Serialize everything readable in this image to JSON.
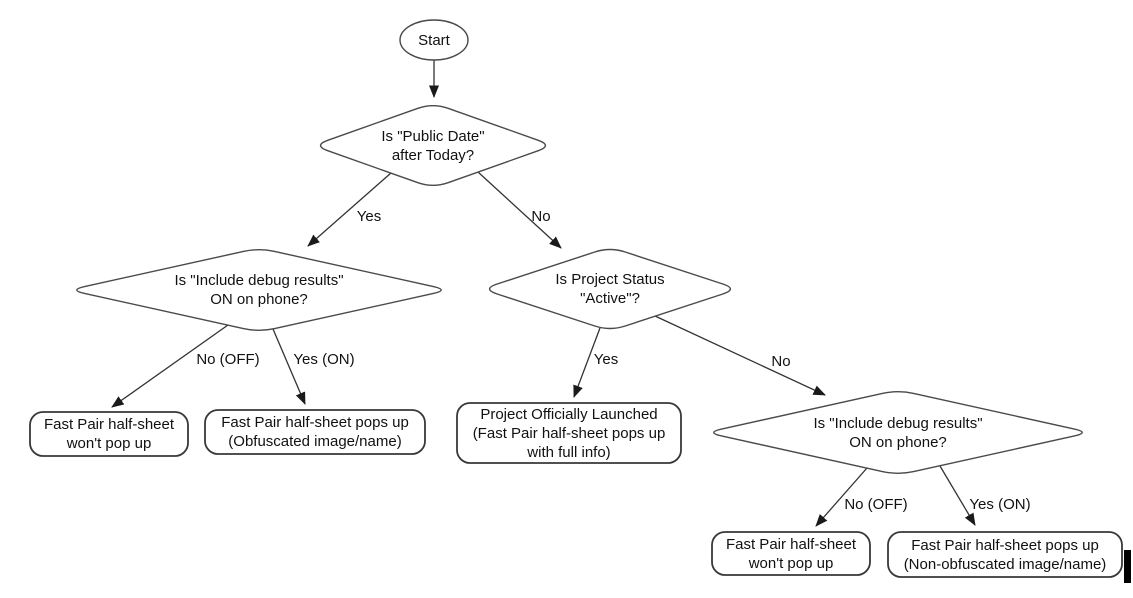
{
  "diagram": {
    "colors": {
      "background": "#ffffff",
      "shape_fill": "#ffffff",
      "shape_stroke": "#4a4a4a",
      "edge_stroke": "#333333",
      "text": "#111111",
      "cursor_artifact": "#000000"
    },
    "nodes": {
      "start": {
        "label": "Start"
      },
      "public_date": {
        "label": "Is \"Public Date\"\nafter Today?"
      },
      "debug_left": {
        "label": "Is \"Include debug results\"\nON on phone?"
      },
      "project_status": {
        "label": "Is Project Status\n\"Active\"?"
      },
      "debug_right": {
        "label": "Is \"Include debug results\"\nON on phone?"
      },
      "no_popup_left": {
        "label": "Fast Pair half-sheet\nwon't pop up"
      },
      "obfuscated": {
        "label": "Fast Pair half-sheet pops up\n(Obfuscated image/name)"
      },
      "launched": {
        "label": "Project Officially Launched\n(Fast Pair half-sheet pops up\nwith full info)"
      },
      "no_popup_right": {
        "label": "Fast Pair half-sheet\nwon't pop up"
      },
      "non_obfuscated": {
        "label": "Fast Pair half-sheet pops up\n(Non-obfuscated image/name)"
      }
    },
    "edge_labels": {
      "top_yes": "Yes",
      "top_no": "No",
      "left_no_off": "No (OFF)",
      "left_yes_on": "Yes (ON)",
      "status_yes": "Yes",
      "status_no": "No",
      "right_no_off": "No (OFF)",
      "right_yes_on": "Yes (ON)"
    }
  }
}
